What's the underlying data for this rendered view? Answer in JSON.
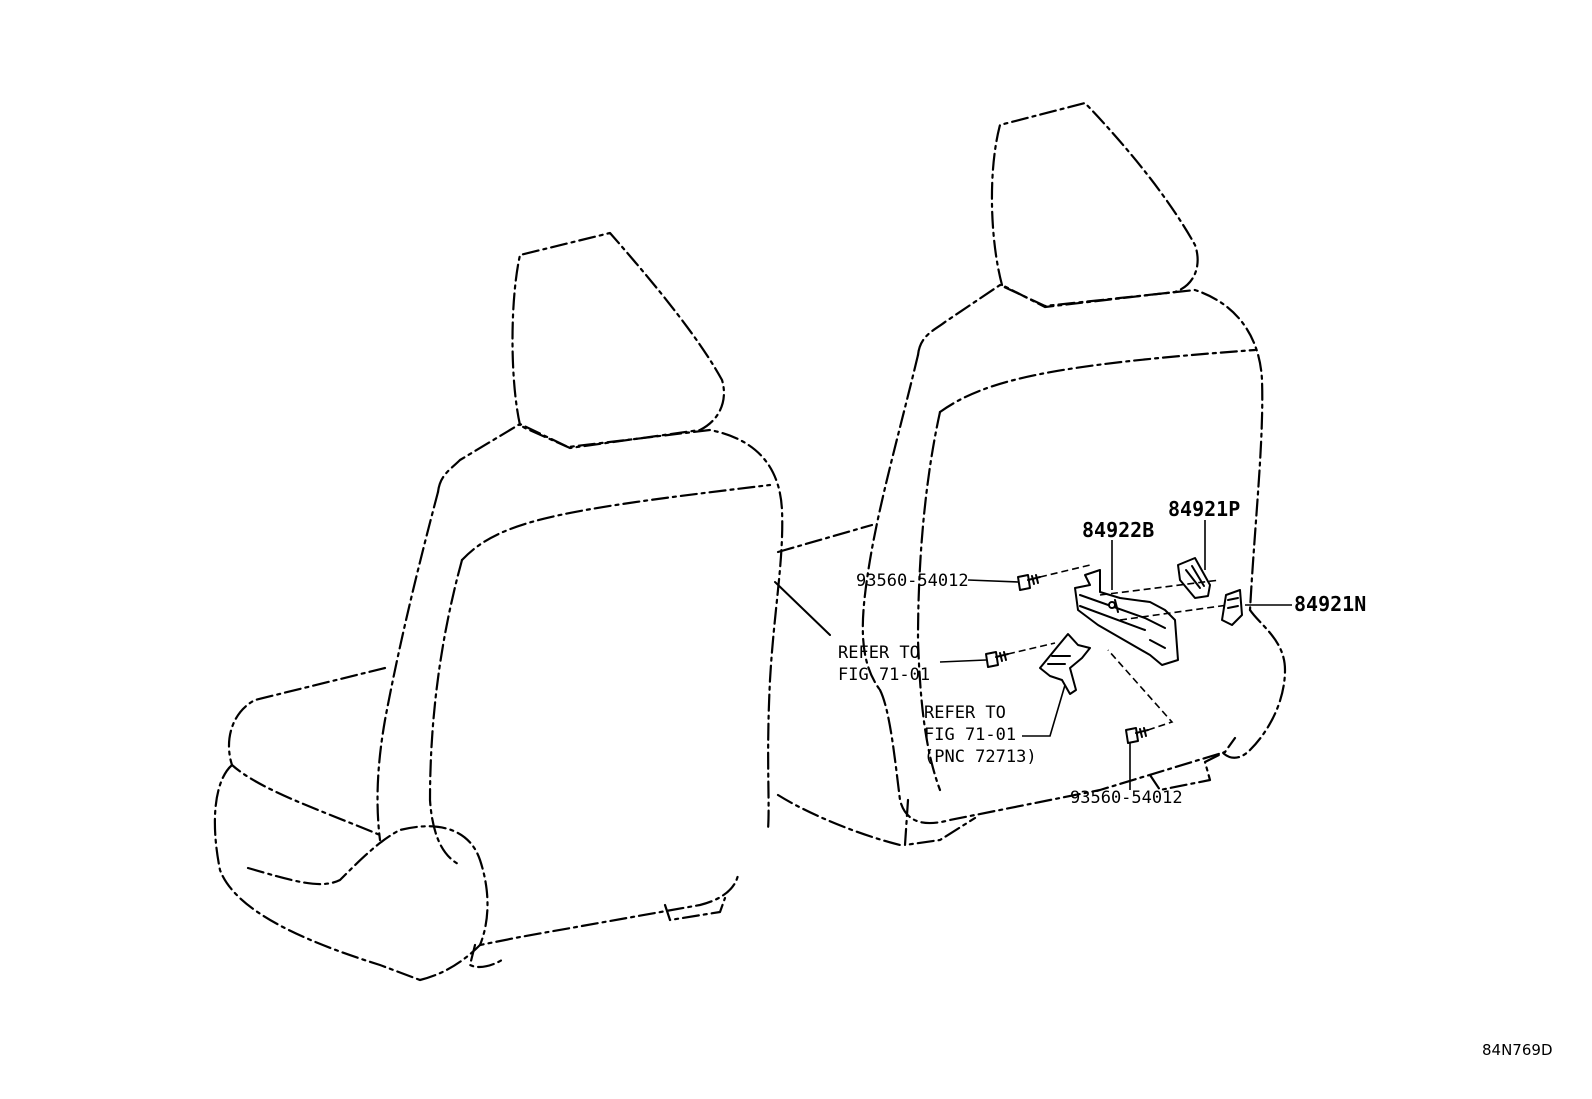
{
  "diagram_code": "84N769D",
  "labels": {
    "p84922b": "84922B",
    "p84921p": "84921P",
    "p84921n": "84921N",
    "bolt_upper": "93560-54012",
    "bolt_lower": "93560-54012",
    "refer_1_line1": "REFER TO",
    "refer_1_line2": "FIG 71-01",
    "refer_2_line1": "REFER TO",
    "refer_2_line2": "FIG 71-01",
    "refer_2_line3": "(PNC 72713)"
  }
}
